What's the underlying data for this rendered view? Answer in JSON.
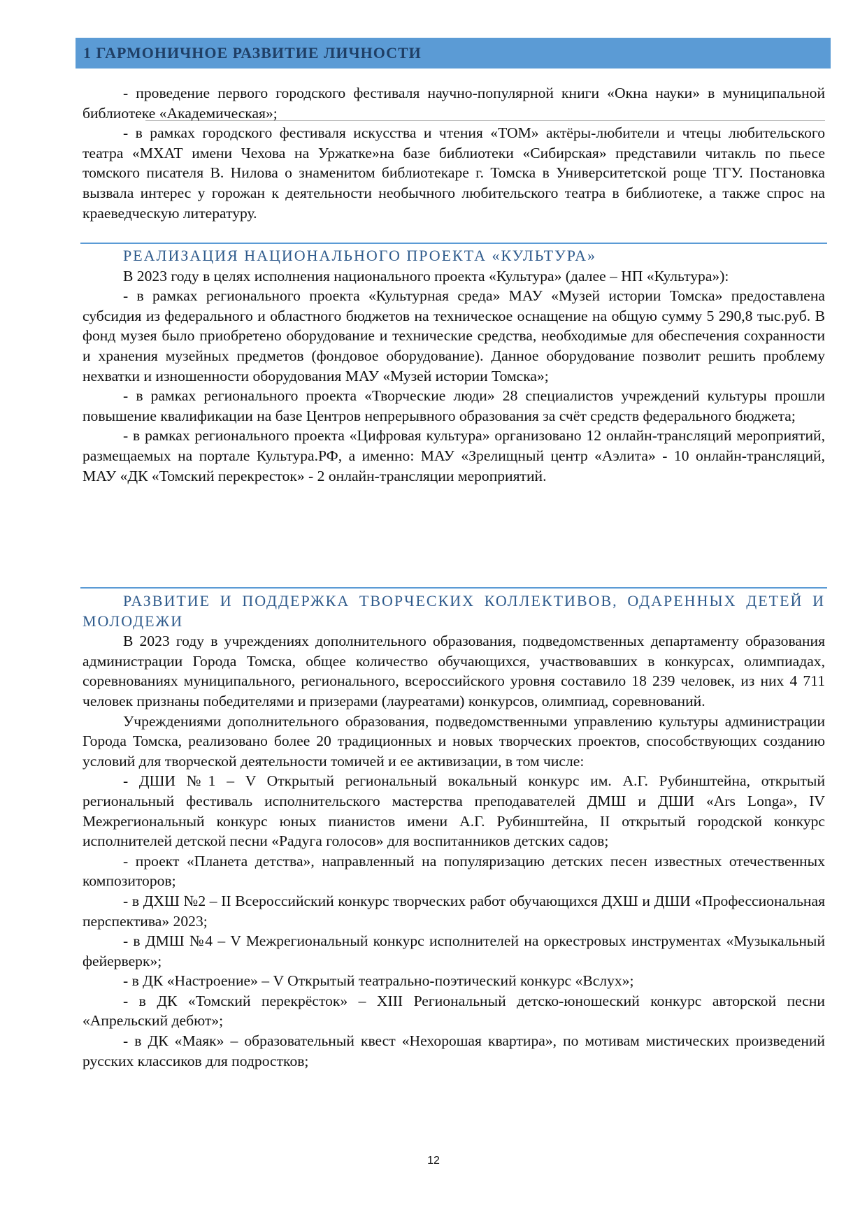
{
  "banner": {
    "title": "1 ГАРМОНИЧНОЕ РАЗВИТИЕ ЛИЧНОСТИ"
  },
  "section1": {
    "paragraphs": [
      "- проведение первого городского фестиваля научно-популярной книги «Окна науки» в муниципальной библиотеке «Академическая»;",
      "- в рамках городского фестиваля искусства и чтения «ТОМ» актёры-любители и чтецы любительского театра «МХАТ имени Чехова на Уржатке»на базе библиотеки «Сибирская» представили читакль по пьесе томского писателя В. Нилова о знаменитом библиотекаре г. Томска в Университетской роще ТГУ. Постановка вызвала интерес у горожан к деятельности необычного любительского театра в библиотеке, а также спрос на краеведческую литературу."
    ]
  },
  "section2": {
    "heading": "РЕАЛИЗАЦИЯ НАЦИОНАЛЬНОГО ПРОЕКТА «КУЛЬТУРА»",
    "paragraphs": [
      "В 2023 году в целях исполнения национального проекта «Культура» (далее – НП «Культура»):",
      "- в рамках регионального проекта «Культурная среда» МАУ «Музей истории Томска» предоставлена субсидия из федерального и областного бюджетов на техническое оснащение на общую сумму 5 290,8 тыс.руб. В фонд музея было приобретено оборудование и технические средства, необходимые для обеспечения сохранности и хранения музейных предметов (фондовое оборудование). Данное оборудование позволит решить проблему нехватки и изношенности оборудования МАУ «Музей истории Томска»;",
      "- в рамках регионального проекта «Творческие люди» 28 специалистов учреждений культуры прошли повышение квалификации на базе Центров непрерывного образования за счёт средств федерального бюджета;",
      "- в рамках регионального проекта «Цифровая культура» организовано 12 онлайн-трансляций мероприятий, размещаемых на портале Культура.РФ, а именно: МАУ «Зрелищный центр «Аэлита» - 10 онлайн-трансляций, МАУ «ДК «Томский перекресток» - 2 онлайн-трансляции мероприятий."
    ]
  },
  "section3": {
    "heading": "РАЗВИТИЕ И ПОДДЕРЖКА ТВОРЧЕСКИХ КОЛЛЕКТИВОВ, ОДАРЕННЫХ ДЕТЕЙ И МОЛОДЕЖИ",
    "paragraphs": [
      "В 2023 году в учреждениях дополнительного образования, подведомственных департаменту образования администрации Города Томска, общее количество обучающихся, участвовавших в конкурсах, олимпиадах, соревнованиях муниципального, регионального, всероссийского уровня составило 18 239 человек, из них 4 711 человек признаны победителями и призерами (лауреатами) конкурсов, олимпиад, соревнований.",
      "Учреждениями дополнительного образования, подведомственными управлению культуры администрации Города Томска, реализовано более 20 традиционных и новых творческих проектов, способствующих созданию условий для творческой деятельности томичей и ее активизации, в том числе:",
      "- ДШИ №1 – V Открытый региональный вокальный конкурс им. А.Г. Рубинштейна, открытый региональный фестиваль исполнительского мастерства преподавателей ДМШ и ДШИ «Ars Longa», IV Межрегиональный конкурс юных пианистов имени А.Г. Рубинштейна, II открытый городской конкурс исполнителей детской песни «Радуга голосов» для воспитанников детских садов;",
      "- проект «Планета детства», направленный на популяризацию детских песен известных отечественных композиторов;",
      "- в ДХШ №2 – II Всероссийский конкурс творческих работ обучающихся ДХШ и ДШИ «Профессиональная перспектива» 2023;",
      "- в ДМШ №4 – V Межрегиональный конкурс исполнителей на оркестровых инструментах «Музыкальный фейерверк»;",
      "- в ДК «Настроение» – V Открытый театрально-поэтический конкурс «Вслух»;",
      "- в ДК «Томский перекрёсток» – XIII Региональный детско-юношеский конкурс авторской песни «Апрельский дебют»;",
      "- в ДК «Маяк» – образовательный квест «Нехорошая квартира», по мотивам мистических произведений русских классиков для подростков;"
    ]
  },
  "footer": {
    "page_number": "12"
  }
}
